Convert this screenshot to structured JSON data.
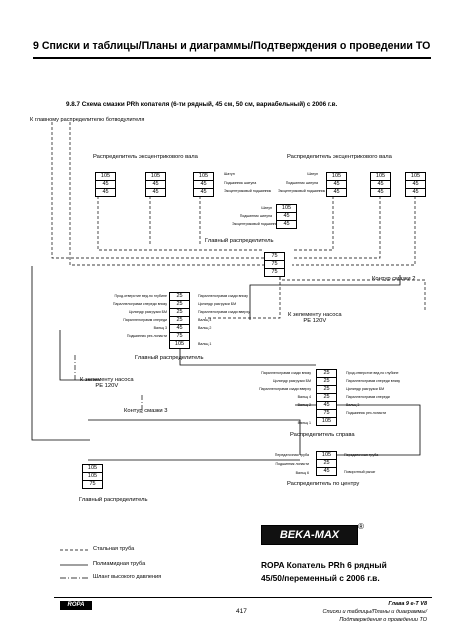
{
  "header": {
    "title": "9   Списки и таблицы/Планы и диаграммы/Подтверждения о проведении ТО",
    "subtitle": "9.8.7        Схема смазки PRh копателя (6-ти рядный, 45 см, 50 см, вариабельный) с 2006 г.в."
  },
  "diagram": {
    "top_note": "К главному распределителю ботводулителя",
    "eccentric_left_title": "Распределитель эксцентрикового вала",
    "eccentric_right_title": "Распределитель эксцентрикового вала",
    "stack_values_3": [
      "105",
      "45",
      "45"
    ],
    "center_labels": [
      "Шатун",
      "Подшипник шатуна",
      "Эксцентриковый подшипник"
    ],
    "center2_labels": [
      "Шатун",
      "Подшипник шатуна",
      "Эксцентриковый подшипник"
    ],
    "center2_values": [
      "105",
      "45",
      "45"
    ],
    "main_dist_top": "Главный распределитель",
    "main_dist_top_values": [
      "75",
      "75",
      "75"
    ],
    "circuit2": "Контур смазки 2",
    "left_block": {
      "labels_left": [
        "Прод.отверстие вед.по глубине",
        "Параллелограмм спереди внизу",
        "Цилиндр разгрузки БМ",
        "Параллелограмм спереди",
        "Вальц 3",
        "Подшипник рез.лопасти"
      ],
      "values": [
        "25",
        "25",
        "25",
        "25",
        "45",
        "75",
        "105"
      ],
      "labels_right": [
        "Параллелограмм сзади внизу",
        "Цилиндр разгрузки БМ",
        "Параллелограмм сзади вверху",
        "Вальц 4",
        "Вальц 2",
        "Вальц 1"
      ],
      "title": "Главный распределитель"
    },
    "pump_note_right": "К зелементу насоса\nPE 120V",
    "pump_note_left": "К зелементу насоса\nPE 120V",
    "circuit3": "Контур смазки 3",
    "right_block": {
      "labels_left": [
        "Параллелограмм сзади внизу",
        "Цилиндр разгрузки БМ",
        "Параллелограмм сзади вверху",
        "Вальц 4",
        "Вальц 2",
        "Вальц 1"
      ],
      "values": [
        "25",
        "25",
        "25",
        "25",
        "45",
        "75",
        "105"
      ],
      "labels_right": [
        "Прод.отверстие вед.по глубине",
        "Параллелограмм спереди внизу",
        "Цилиндр разгрузки БМ",
        "Параллелограмм спереди",
        "Вальц 3",
        "Подшипник рез.лопасти"
      ],
      "title": "Распределитель справа"
    },
    "center_block": {
      "labels_left": [
        "Передаточная труба",
        "Подшипник лопасти",
        "Вальц 6"
      ],
      "values": [
        "105",
        "25",
        "45"
      ],
      "labels_right": [
        "Передаточная труба",
        "Поворотный рычаг"
      ],
      "title": "Распределитель по центру"
    },
    "bottom_left_values": [
      "105",
      "105",
      "75"
    ],
    "bottom_left_title": "Главный распределитель"
  },
  "legend": {
    "items": [
      {
        "label": "Стальная труба",
        "style": "dashed"
      },
      {
        "label": "Полиамидная труба",
        "style": "solid"
      },
      {
        "label": "Шланг высокого давления",
        "style": "dashdot"
      }
    ]
  },
  "brand": {
    "logo": "BEKA-MAX",
    "caption_line1": "ROPA Копатель PRh 6 рядный",
    "caption_line2": "45/50/переменный с 2006 г.в."
  },
  "footer": {
    "logo": "ROPA",
    "page": "417",
    "chapter": "Глава 9 e-T V8",
    "ref1": "Списки и таблицы/Планы и диаграммы/",
    "ref2": "Подтверждения о проведении ТО"
  }
}
